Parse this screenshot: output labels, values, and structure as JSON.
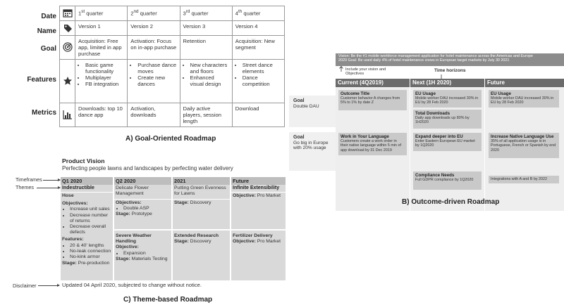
{
  "panel_a": {
    "row_labels": {
      "date": "Date",
      "name": "Name",
      "goal": "Goal",
      "features": "Features",
      "metrics": "Metrics"
    },
    "icons": {
      "date": "calendar-icon",
      "name": "tag-icon",
      "goal": "target-icon",
      "features": "star-icon",
      "metrics": "bar-chart-icon"
    },
    "quarters": [
      {
        "num": "1",
        "sup": "st",
        "word": "quarter"
      },
      {
        "num": "2",
        "sup": "nd",
        "word": "quarter"
      },
      {
        "num": "3",
        "sup": "rd",
        "word": "quarter"
      },
      {
        "num": "4",
        "sup": "th",
        "word": "quarter"
      }
    ],
    "names": [
      "Version 1",
      "Version 2",
      "Version 3",
      "Version 4"
    ],
    "goals": [
      "Acquisition: Free app, limited in app purchase",
      "Activation: Focus on in-app purchase",
      "Retention",
      "Acquisition: New segment"
    ],
    "features": [
      [
        "Basic game functionality",
        "Multiplayer",
        "FB integration"
      ],
      [
        "Purchase dance moves",
        "Create new dances"
      ],
      [
        "New characters and floors",
        "Enhanced visual design"
      ],
      [
        "Street dance elements",
        "Dance competition"
      ]
    ],
    "metrics": [
      "Downloads: top 10 dance app",
      "Activation, downloads",
      "Daily active players, session length",
      "Download"
    ],
    "caption": "A) Goal-Oriented Roadmap"
  },
  "panel_b": {
    "vision_line1": "Vision: Be the #1 mobile workforce management application for hotel maintenance across the Americas and Europe",
    "vision_line2": "2020 Goal: Be used daily 4% of hotel maintenance crews in European target markets by July 30 2021",
    "annotation_vision": "Include your vision and Objectives",
    "annotation_horizons": "Time horizons",
    "columns": [
      "Current (4Q2019)",
      "Next (1H 2020)",
      "Future"
    ],
    "goals": [
      {
        "label": "Goal",
        "text": "Double DAU"
      },
      {
        "label": "Goal",
        "text": "Go big in Europe with 20% usage"
      }
    ],
    "cards": {
      "c1": {
        "title": "Outcome Title",
        "text": "Customer behavior A changes from 5% to 1% by date Z"
      },
      "n1": {
        "title": "EU Usage",
        "text": "Mobile worker DAU increased 30% in EU by 28 Feb 2020"
      },
      "n2": {
        "title": "Total Downloads",
        "text": "Daily app downloads up 80% by 1H2020"
      },
      "f1": {
        "title": "EU Usage",
        "text": "Mobile worker DAU increased 30% in EU by 28 Feb 2020"
      },
      "c2": {
        "title": "Work in Your Language",
        "text": "Customers create a work order in their native language within 5 min of app download by 31 Dec 2019"
      },
      "n3": {
        "title": "Expand deeper into EU",
        "text": "Enter Eastern European EU market by 1Q2020"
      },
      "f2": {
        "title": "Increase Native Language Use",
        "text": "35% of all application usage is in Portuguese, French or Spanish by end 2020"
      },
      "n4": {
        "title": "Compliance Needs",
        "text": "Full GDPR compliance by 1Q2020"
      },
      "f3": {
        "title": "",
        "text": "Integrations with A and B by 2022"
      }
    },
    "caption": "B) Outcome-driven Roadmap"
  },
  "panel_c": {
    "title": "Product Vision",
    "vision": "Perfecting people lawns and landscapes by perfecting water delivery",
    "side_labels": {
      "timeframes": "Timeframes",
      "themes": "Themes",
      "disclaimer": "Disclaimer"
    },
    "timeframes": [
      "Q1 2020",
      "Q2 2020",
      "2021",
      "Future"
    ],
    "themes": [
      "Indestructible",
      "Delicate Flower Management",
      "Putting Green Evenness for Lawns",
      "Infinite Extensibility"
    ],
    "hose": {
      "title": "Hose",
      "objectives_label": "Objectives:",
      "objectives": [
        "Increase unit sales",
        "Decrease number of returns",
        "Decrease overall defects"
      ],
      "features_label": "Features:",
      "features": [
        "20 & 40' lengths",
        "No-leak connection",
        "No-kink armor"
      ],
      "stage_label": "Stage:",
      "stage": "Pre-production"
    },
    "q2_top": {
      "objectives_label": "Objectives:",
      "objectives": [
        "Double ASP"
      ],
      "stage_label": "Stage:",
      "stage": "Prototype"
    },
    "y2021_top": {
      "stage_label": "Stage:",
      "stage": "Discovery"
    },
    "future_top": {
      "objective_label": "Objective:",
      "objective": "Pro Market"
    },
    "q2_bottom": {
      "title": "Severe Weather Handling",
      "objective_label": "Objective:",
      "objectives": [
        "Expansion"
      ],
      "stage_label": "Stage:",
      "stage": "Materials Testing"
    },
    "y2021_bottom": {
      "title": "Extended Research",
      "stage_label": "Stage:",
      "stage": "Discovery"
    },
    "future_bottom": {
      "title": "Fertilizer Delivery",
      "objective_label": "Objective:",
      "objective": "Pro Market"
    },
    "disclaimer": "Updated 04 April 2020, subjected to change without notice.",
    "caption": "C) Theme-based Roadmap"
  }
}
